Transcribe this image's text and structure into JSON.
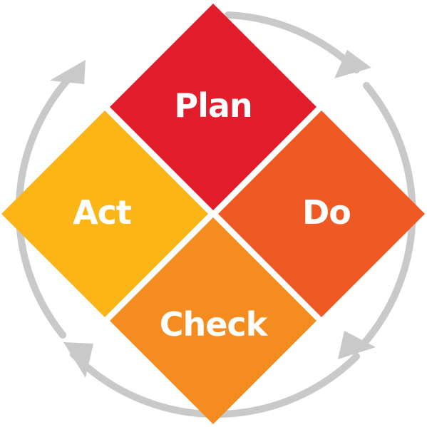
{
  "diagram": {
    "cycle_color": "#c9c9c9",
    "label_color": "#ffffff",
    "phases": [
      {
        "label": "Plan",
        "color": "#e21c2a"
      },
      {
        "label": "Do",
        "color": "#ef5a24"
      },
      {
        "label": "Check",
        "color": "#f48c20"
      },
      {
        "label": "Act",
        "color": "#fbb517"
      }
    ]
  }
}
